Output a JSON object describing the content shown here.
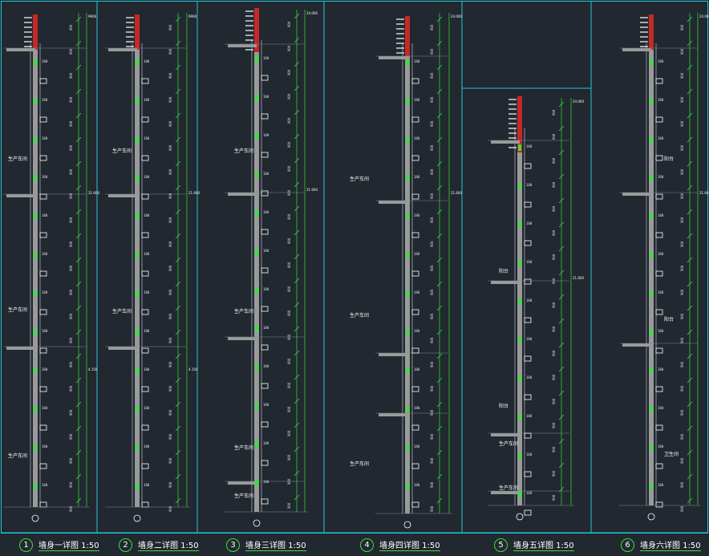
{
  "drawing": {
    "background": "#212830",
    "frame_color": "#22c6d8",
    "wall_color": "#9a9a9a",
    "dim_color": "#38e038",
    "red_color": "#c62828"
  },
  "details": [
    {
      "number": "1",
      "caption": "墙身一详图 1:50",
      "labels": [
        "生产车间",
        "生产车间",
        "生产车间"
      ],
      "dims": [
        "9900",
        "21.600",
        "4.150"
      ]
    },
    {
      "number": "2",
      "caption": "墙身二详图 1:50",
      "labels": [
        "生产车间",
        "生产车间"
      ],
      "dims": [
        "9900",
        "21.600",
        "4.150"
      ]
    },
    {
      "number": "3",
      "caption": "墙身三详图 1:50",
      "labels": [
        "生产车间",
        "生产车间",
        "生产车间",
        "生产车间"
      ],
      "dims": [
        "24.000",
        "21.600"
      ]
    },
    {
      "number": "4",
      "caption": "墙身四详图 1:50",
      "labels": [
        "生产车间",
        "生产车间",
        "生产车间"
      ],
      "dims": [
        "24.000",
        "21.600"
      ]
    },
    {
      "number": "5",
      "caption": "墙身五详图 1:50",
      "labels": [
        "阳台",
        "阳台",
        "生产车间",
        "生产车间"
      ],
      "dims": [
        "24.000",
        "21.600"
      ]
    },
    {
      "number": "6",
      "caption": "墙身六详图 1:50",
      "labels": [
        "阳台",
        "阳台",
        "卫生间"
      ],
      "dims": [
        "24.000",
        "21.600"
      ]
    }
  ]
}
